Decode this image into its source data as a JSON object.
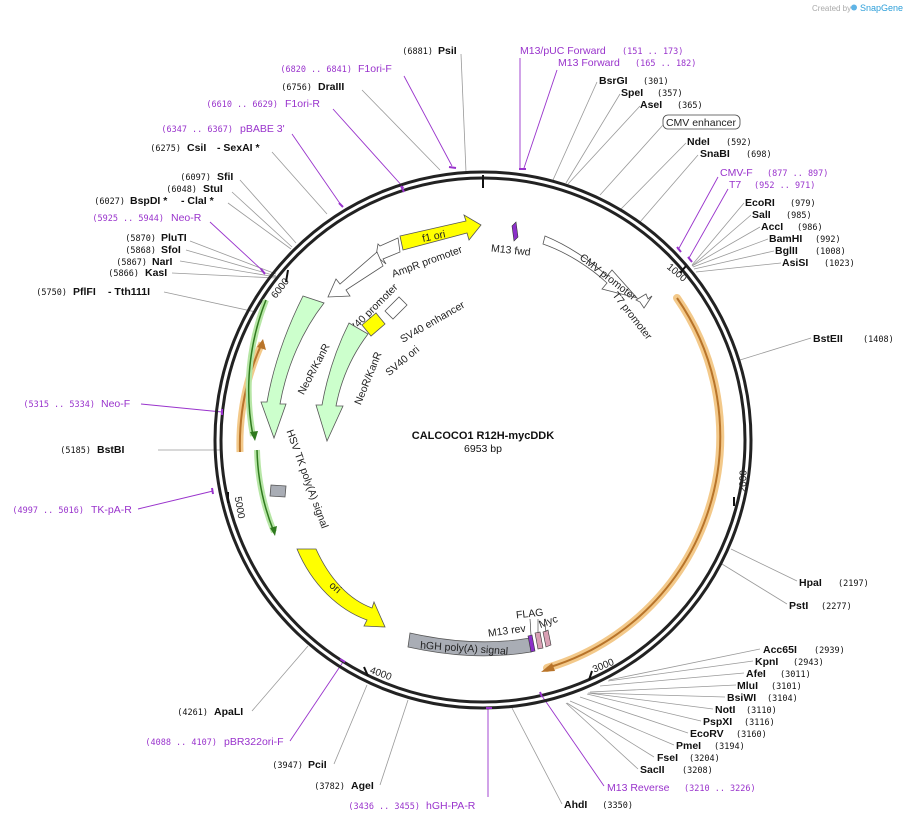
{
  "credit": {
    "prefix": "Created by",
    "brand": "SnapGene"
  },
  "plasmid": {
    "name": "CALCOCO1 R12H-mycDDK",
    "size_label": "6953 bp",
    "length": 6953
  },
  "colors": {
    "backbone": "#222222",
    "primer": "#9933cc",
    "leader": "#999999",
    "feature_outline": "#555555",
    "ori_yellow": "#ffff00",
    "neo_green": "#ccffcc",
    "cds_orange": "#f0c27a",
    "polyA_gray": "#a9adb5",
    "tag_pink": "#d9a0b4",
    "m13_violet": "#8b2fc9"
  },
  "ticks": [
    {
      "label": "1000"
    },
    {
      "label": "2000"
    },
    {
      "label": "3000"
    },
    {
      "label": "4000"
    },
    {
      "label": "5000"
    },
    {
      "label": "6000"
    }
  ],
  "sites": [
    {
      "name": "PsiI",
      "pos": "(6881)"
    },
    {
      "name": "DraIII",
      "pos": "(6756)"
    },
    {
      "name": "CsiI",
      "extra": "-  SexAI *",
      "pos": "(6275)"
    },
    {
      "name": "SfiI",
      "pos": "(6097)"
    },
    {
      "name": "StuI",
      "pos": "(6048)"
    },
    {
      "name": "BspDI *",
      "extra": "-  ClaI *",
      "pos": "(6027)"
    },
    {
      "name": "PluTI",
      "pos": "(5870)"
    },
    {
      "name": "SfoI",
      "pos": "(5868)"
    },
    {
      "name": "NarI",
      "pos": "(5867)"
    },
    {
      "name": "KasI",
      "pos": "(5866)"
    },
    {
      "name": "PflFI",
      "extra": "-  Tth111I",
      "pos": "(5750)"
    },
    {
      "name": "BstBI",
      "pos": "(5185)"
    },
    {
      "name": "ApaLI",
      "pos": "(4261)"
    },
    {
      "name": "PciI",
      "pos": "(3947)"
    },
    {
      "name": "AgeI",
      "pos": "(3782)"
    },
    {
      "name": "AhdI",
      "pos": "(3350)"
    },
    {
      "name": "BsrGI",
      "pos": "(301)"
    },
    {
      "name": "SpeI",
      "pos": "(357)"
    },
    {
      "name": "AseI",
      "pos": "(365)"
    },
    {
      "name": "NdeI",
      "pos": "(592)"
    },
    {
      "name": "SnaBI",
      "pos": "(698)"
    },
    {
      "name": "EcoRI",
      "pos": "(979)"
    },
    {
      "name": "SalI",
      "pos": "(985)"
    },
    {
      "name": "AccI",
      "pos": "(986)"
    },
    {
      "name": "BamHI",
      "pos": "(992)"
    },
    {
      "name": "BglII",
      "pos": "(1008)"
    },
    {
      "name": "AsiSI",
      "pos": "(1023)"
    },
    {
      "name": "BstEII",
      "pos": "(1408)"
    },
    {
      "name": "HpaI",
      "pos": "(2197)"
    },
    {
      "name": "PstI",
      "pos": "(2277)"
    },
    {
      "name": "Acc65I",
      "pos": "(2939)"
    },
    {
      "name": "KpnI",
      "pos": "(2943)"
    },
    {
      "name": "AfeI",
      "pos": "(3011)"
    },
    {
      "name": "MluI",
      "pos": "(3101)"
    },
    {
      "name": "BsiWI",
      "pos": "(3104)"
    },
    {
      "name": "NotI",
      "pos": "(3110)"
    },
    {
      "name": "PspXI",
      "pos": "(3116)"
    },
    {
      "name": "EcoRV",
      "pos": "(3160)"
    },
    {
      "name": "PmeI",
      "pos": "(3194)"
    },
    {
      "name": "FseI",
      "pos": "(3204)"
    },
    {
      "name": "SacII",
      "pos": "(3208)"
    }
  ],
  "primers": [
    {
      "name": "F1ori-F",
      "range": "(6820 .. 6841)"
    },
    {
      "name": "F1ori-R",
      "range": "(6610 .. 6629)"
    },
    {
      "name": "pBABE 3'",
      "range": "(6347 .. 6367)"
    },
    {
      "name": "Neo-R",
      "range": "(5925 .. 5944)"
    },
    {
      "name": "Neo-F",
      "range": "(5315 .. 5334)"
    },
    {
      "name": "TK-pA-R",
      "range": "(4997 .. 5016)"
    },
    {
      "name": "pBR322ori-F",
      "range": "(4088 .. 4107)"
    },
    {
      "name": "hGH-PA-R",
      "range": "(3436 .. 3455)"
    },
    {
      "name": "M13 Reverse",
      "range": "(3210 .. 3226)"
    },
    {
      "name": "M13/pUC Forward",
      "range": "(151 .. 173)"
    },
    {
      "name": "M13 Forward",
      "range": "(165 .. 182)"
    },
    {
      "name": "CMV-F",
      "range": "(877 .. 897)"
    },
    {
      "name": "T7",
      "range": "(952 .. 971)"
    }
  ],
  "features": {
    "cmv_enhancer_box": "CMV enhancer",
    "f1_ori": "f1 ori",
    "m13_fwd": "M13 fwd",
    "ampr_promoter": "AmpR promoter",
    "sv40_promoter": "SV40 promoter",
    "sv40_enhancer": "SV40 enhancer",
    "sv40_ori": "SV40 ori",
    "cmv_promoter": "CMV promoter",
    "t7_promoter": "T7 promoter",
    "neo_outer": "NeoR/KanR",
    "neo_inner": "NeoR/KanR",
    "hsv_tk": "HSV TK poly(A) signal",
    "ori": "ori",
    "hgh": "hGH poly(A) signal",
    "m13_rev": "M13 rev",
    "flag": "FLAG",
    "myc": "Myc"
  }
}
